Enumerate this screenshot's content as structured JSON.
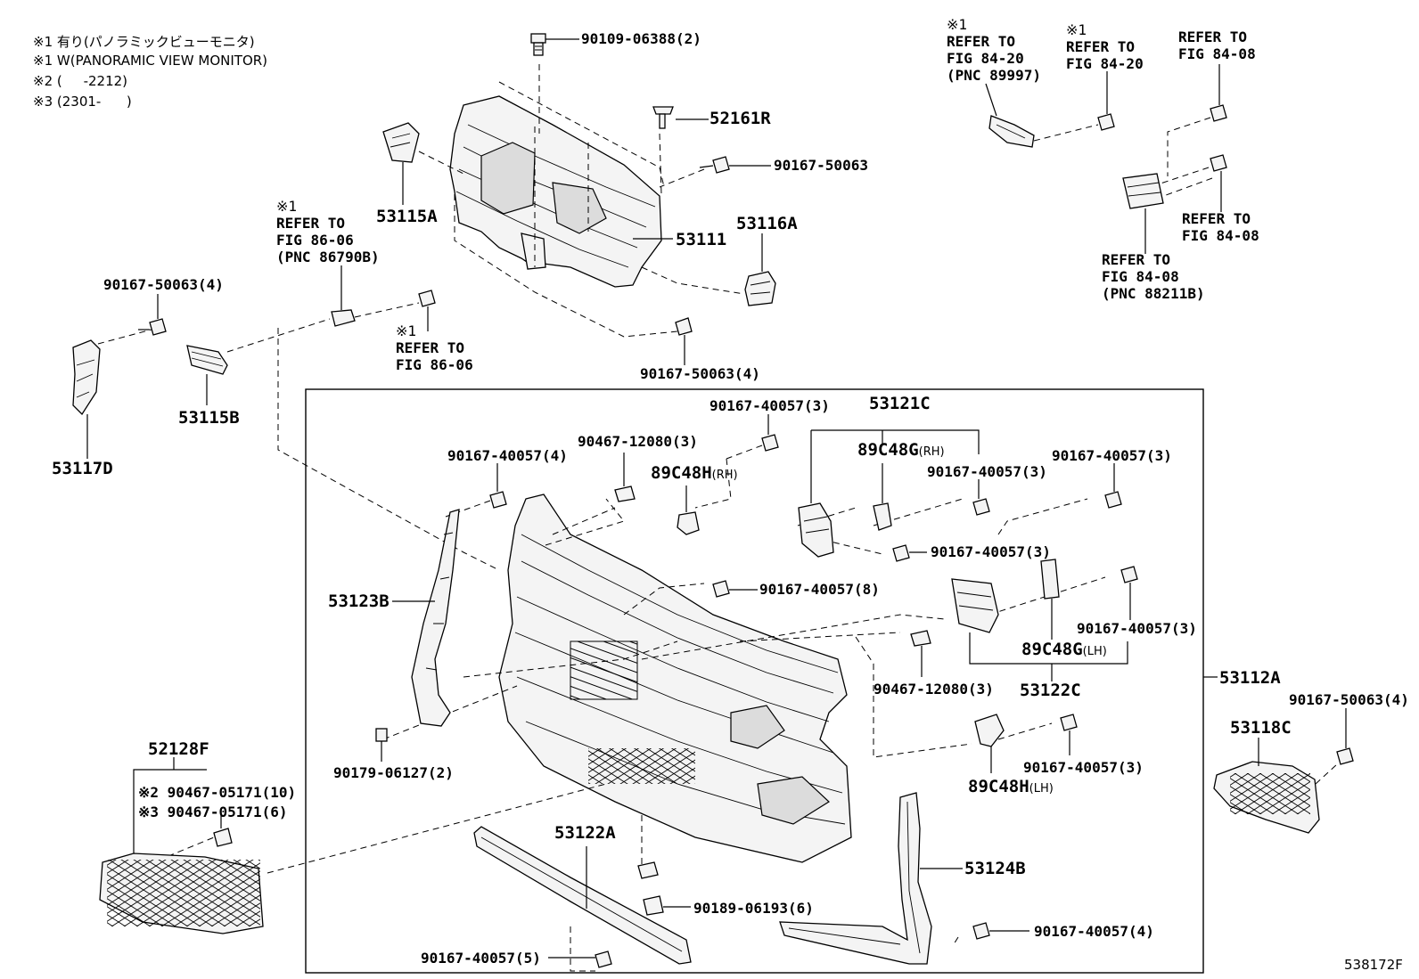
{
  "notes": [
    "※1 有り(パノラミックビューモニタ)",
    "※1 W(PANORAMIC VIEW MONITOR)",
    "※2 (     -2212)",
    "※3 (2301-      )"
  ],
  "figure_code": "538172F",
  "labels": {
    "p90109_06388": "90109-06388(2)",
    "p52161R": "52161R",
    "p90167_50063_top": "90167-50063",
    "p53115A": "53115A",
    "p53111": "53111",
    "p53116A": "53116A",
    "p90167_50063_4_mid": "90167-50063(4)",
    "p90167_50063_4_left": "90167-50063(4)",
    "p53115B": "53115B",
    "p53117D": "53117D",
    "p53121C": "53121C",
    "p90167_40057_3_a": "90167-40057(3)",
    "p90467_12080_3_a": "90467-12080(3)",
    "p90167_40057_4_a": "90167-40057(4)",
    "p89C48H_rh": "89C48H",
    "p89C48G_rh": "89C48G",
    "p90167_40057_3_b": "90167-40057(3)",
    "p90167_40057_3_c": "90167-40057(3)",
    "p90167_40057_3_d": "90167-40057(3)",
    "p90167_40057_8": "90167-40057(8)",
    "p53123B": "53123B",
    "p90167_40057_3_e": "90167-40057(3)",
    "p89C48G_lh": "89C48G",
    "p53122C": "53122C",
    "p90467_12080_3_b": "90467-12080(3)",
    "p53112A": "53112A",
    "p90167_50063_4_right": "90167-50063(4)",
    "p53118C": "53118C",
    "p52128F": "52128F",
    "p90467_05171_10": "※2 90467-05171(10)",
    "p90467_05171_6": "※3 90467-05171(6)",
    "p90179_06127": "90179-06127(2)",
    "p90167_40057_3_f": "90167-40057(3)",
    "p89C48H_lh": "89C48H",
    "p53122A": "53122A",
    "p53124B": "53124B",
    "p90189_06193": "90189-06193(6)",
    "p90167_40057_5": "90167-40057(5)",
    "p90167_40057_4_b": "90167-40057(4)",
    "rh": "(RH)",
    "lh": "(LH)"
  },
  "refer_blocks": {
    "ref_86_06_pnc": [
      "※1",
      "REFER TO",
      "FIG 86-06",
      "(PNC 86790B)"
    ],
    "ref_86_06": [
      "※1",
      "REFER TO",
      "FIG 86-06"
    ],
    "ref_84_20_pnc": [
      "※1",
      "REFER TO",
      "FIG 84-20",
      "(PNC 89997)"
    ],
    "ref_84_20": [
      "※1",
      "REFER TO",
      "FIG 84-20"
    ],
    "ref_84_08_top": [
      "REFER TO",
      "FIG 84-08"
    ],
    "ref_84_08_mid": [
      "REFER TO",
      "FIG 84-08"
    ],
    "ref_84_08_pnc": [
      "REFER TO",
      "FIG 84-08",
      "(PNC 88211B)"
    ]
  }
}
